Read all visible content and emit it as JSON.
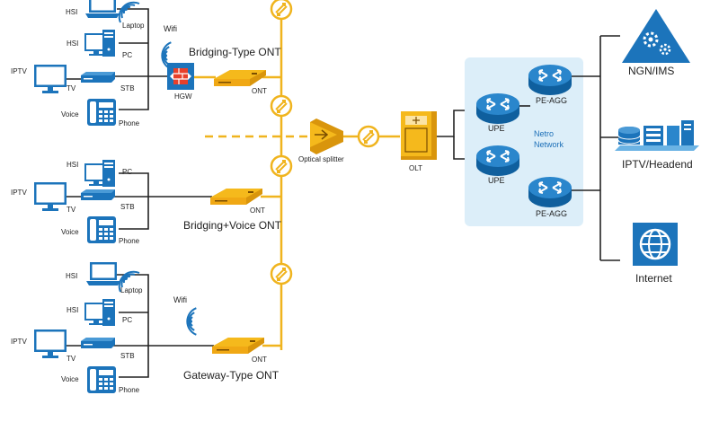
{
  "diagram": {
    "ont_titles": {
      "bridging": "Bridging-Type ONT",
      "bridging_voice": "Bridging+Voice ONT",
      "gateway": "Gateway-Type ONT"
    },
    "devices": {
      "hgw": "HGW",
      "ont": "ONT",
      "optical_splitter": "Optical splitter",
      "olt": "OLT",
      "upe": "UPE",
      "pe_agg": "PE-AGG",
      "netro_network_line1": "Netro",
      "netro_network_line2": "Network",
      "ngn_ims": "NGN/IMS",
      "iptv_headend": "IPTV/Headend",
      "internet": "Internet"
    },
    "terminals": {
      "hsi": "HSI",
      "laptop": "Laptop",
      "pc": "PC",
      "iptv": "IPTV",
      "tv": "TV",
      "stb": "STB",
      "voice": "Voice",
      "phone": "Phone",
      "wifi": "Wifi"
    },
    "colors": {
      "fiber": "#f0b41e",
      "device_blue": "#1c74bb",
      "network_panel": "#dceef9",
      "ont_yellow": "#f5b91c",
      "line": "#222222"
    }
  }
}
